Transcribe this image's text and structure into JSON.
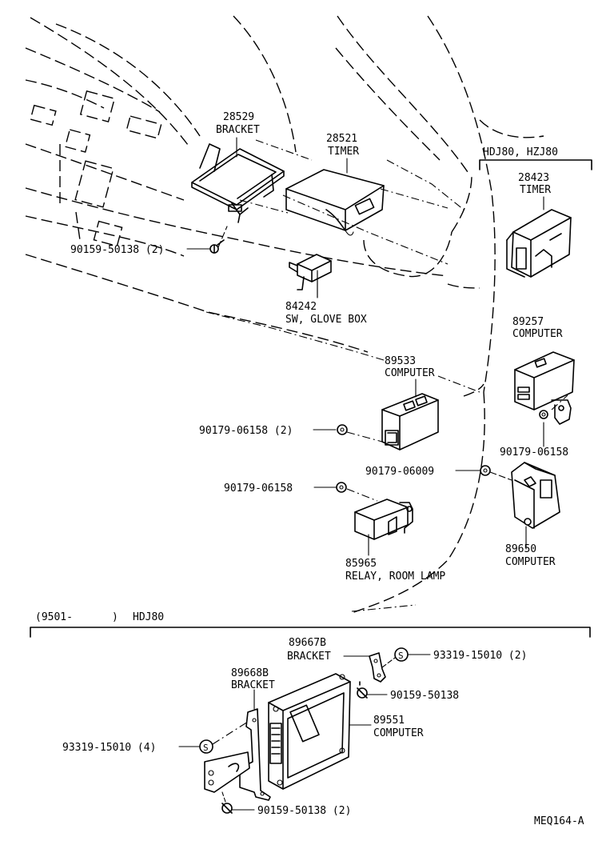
{
  "parts": {
    "p28529": {
      "number": "28529",
      "name": "BRACKET"
    },
    "p28521": {
      "number": "28521",
      "name": "TIMER"
    },
    "p90159_top": {
      "label": "90159-50138 (2)"
    },
    "p84242": {
      "number": "84242",
      "name": "SW, GLOVE BOX"
    },
    "p89533": {
      "number": "89533",
      "name": "COMPUTER"
    },
    "p90179_a": {
      "label": "90179-06158 (2)"
    },
    "p90179_b": {
      "label": "90179-06158"
    },
    "p85965": {
      "number": "85965",
      "name": "RELAY, ROOM LAMP"
    },
    "p90179_c": {
      "label": "90179-06009"
    },
    "p28423": {
      "number": "28423",
      "name": "TIMER"
    },
    "p89257": {
      "number": "89257",
      "name": "COMPUTER"
    },
    "p90179_d": {
      "label": "90179-06158"
    },
    "p89650": {
      "number": "89650",
      "name": "COMPUTER"
    },
    "p89667b": {
      "number": "89667B",
      "name": "BRACKET"
    },
    "p93319_a": {
      "label": "93319-15010 (2)"
    },
    "p90159_mid": {
      "label": "90159-50138"
    },
    "p89668b": {
      "number": "89668B",
      "name": "BRACKET"
    },
    "p89551": {
      "number": "89551",
      "name": "COMPUTER"
    },
    "p93319_b": {
      "label": "93319-15010 (4)"
    },
    "p90159_bot": {
      "label": "90159-50138 (2)"
    }
  },
  "groups": {
    "hdj80_hzj80": "HDJ80, HZJ80",
    "bottom_date": "(9501-",
    "bottom_date_close": ")",
    "bottom_model": "HDJ80"
  },
  "symbols": {
    "s_mark": "S"
  },
  "drawing_code": "MEQ164-A"
}
